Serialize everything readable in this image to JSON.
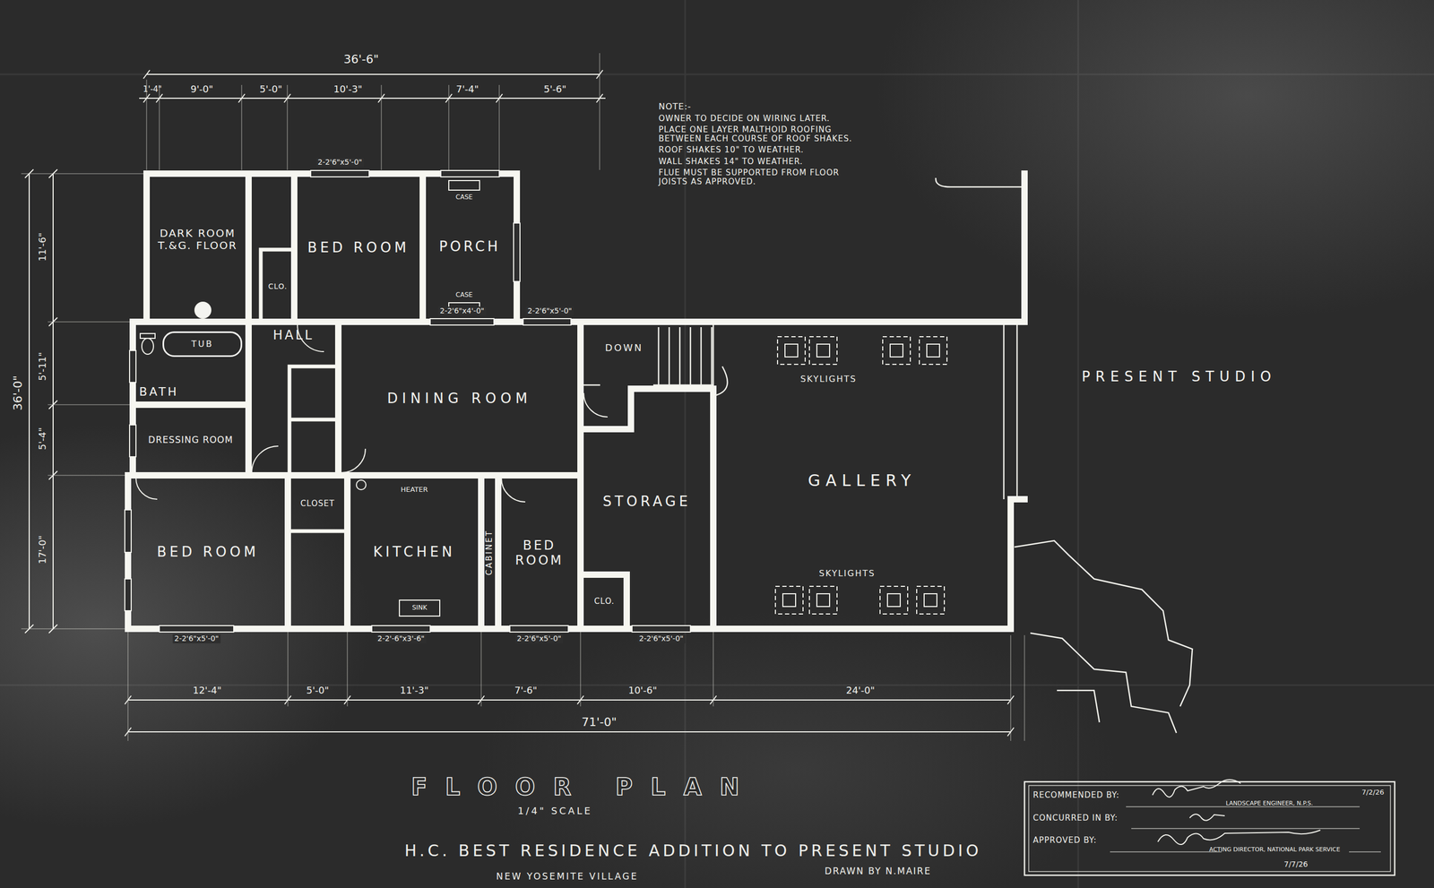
{
  "diagram": {
    "title": "FLOOR PLAN",
    "caption": "H.C. BEST RESIDENCE ADDITION TO PRESENT STUDIO",
    "nodes": [
      {
        "text": [
          "DARK ROOM T.&G. FLOOR"
        ]
      },
      {
        "text": [
          "CLO."
        ]
      },
      {
        "text": [
          "BED ROOM"
        ]
      },
      {
        "text": [
          "PORCH"
        ]
      },
      {
        "text": [
          "HALL"
        ]
      },
      {
        "text": [
          "BATH"
        ]
      },
      {
        "text": [
          "TUB"
        ],
        "in": 5
      },
      {
        "text": [
          "DINING ROOM"
        ]
      },
      {
        "text": [
          "DRESSING ROOM"
        ]
      },
      {
        "text": [
          "BED ROOM"
        ]
      },
      {
        "text": [
          "CLOSET"
        ]
      },
      {
        "text": [
          "KITCHEN"
        ]
      },
      {
        "text": [
          "CABINET"
        ]
      },
      {
        "text": [
          "BED ROOM"
        ]
      },
      {
        "text": [
          "STORAGE"
        ]
      },
      {
        "text": [
          "CLO."
        ],
        "in": 14
      },
      {
        "text": [
          "GALLERY"
        ]
      },
      {
        "text": [
          "PRESENT STUDIO"
        ]
      }
    ],
    "labels": [
      "36'-6\"",
      "1'-4\"",
      "9'-0\"",
      "5'-0\"",
      "10'-3\"",
      "7'-4\"",
      "5'-6\"",
      "11'-6\"",
      "5'-11\"",
      "5'-4\"",
      "17'-0\"",
      "36'-0\"",
      "12'-4\"",
      "5'-0\"",
      "11'-3\"",
      "7'-6\"",
      "10'-6\"",
      "24'-0\"",
      "71'-0\"",
      "2-2'6\"x5'-0\"",
      "2-2'6\"x4'-0\"",
      "2-2'6\"x5'-0\"",
      "2-2'6\"x5'-0\"",
      "2-2'-6\"x3'-6\"",
      "2-2'6\"x5'-0\"",
      "2-2'6\"x5'-0\"",
      "DOWN",
      "SKYLIGHTS",
      "SKYLIGHTS",
      "HEATER",
      "SINK",
      "CASE",
      "CASE",
      "NOTE:-",
      "OWNER TO DECIDE ON WIRING LATER.",
      "PLACE ONE LAYER MALTHOID ROOFING BETWEEN EACH COURSE OF ROOF SHAKES.",
      "ROOF SHAKES 10\" TO WEATHER.",
      "WALL SHAKES 14\" TO WEATHER.",
      "FLUE MUST BE SUPPORTED FROM FLOOR JOISTS AS APPROVED.",
      "1/4\" SCALE",
      "NEW YOSEMITE VILLAGE",
      "DRAWN BY N.MAIRE",
      "RECOMMENDED BY:",
      "LANDSCAPE ENGINEER, N.P.S.",
      "7/2/26",
      "CONCURRED IN BY:",
      "APPROVED BY:",
      "ACTING DIRECTOR, NATIONAL PARK SERVICE",
      "7/7/26"
    ]
  }
}
